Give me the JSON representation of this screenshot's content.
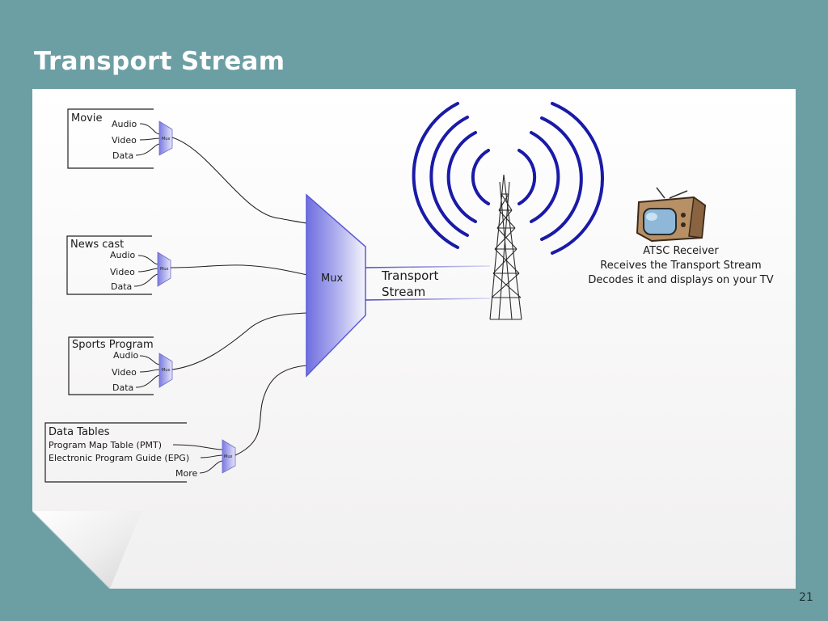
{
  "slide": {
    "title": "Transport Stream",
    "page_number": "21"
  },
  "diagram": {
    "sources": [
      {
        "title": "Movie",
        "streams": [
          "Audio",
          "Video",
          "Data"
        ],
        "mux_label": "Mux"
      },
      {
        "title": "News cast",
        "streams": [
          "Audio",
          "Video",
          "Data"
        ],
        "mux_label": "Mux"
      },
      {
        "title": "Sports Program",
        "streams": [
          "Audio",
          "Video",
          "Data"
        ],
        "mux_label": "Mux"
      },
      {
        "title": "Data Tables",
        "streams": [
          "Program Map Table (PMT)",
          "Electronic Program Guide (EPG)",
          "More"
        ],
        "mux_label": "Mux"
      }
    ],
    "main_mux_label": "Mux",
    "transport_label_line1": "Transport",
    "transport_label_line2": "Stream",
    "receiver": {
      "line1": "ATSC Receiver",
      "line2": "Receives the Transport Stream",
      "line3": "Decodes it and displays on your TV"
    },
    "colors": {
      "background": "#6c9fa3",
      "mux_blue": "#6b6bdc",
      "signal_blue": "#1a1aa8",
      "tv_wood": "#a9825a"
    }
  }
}
